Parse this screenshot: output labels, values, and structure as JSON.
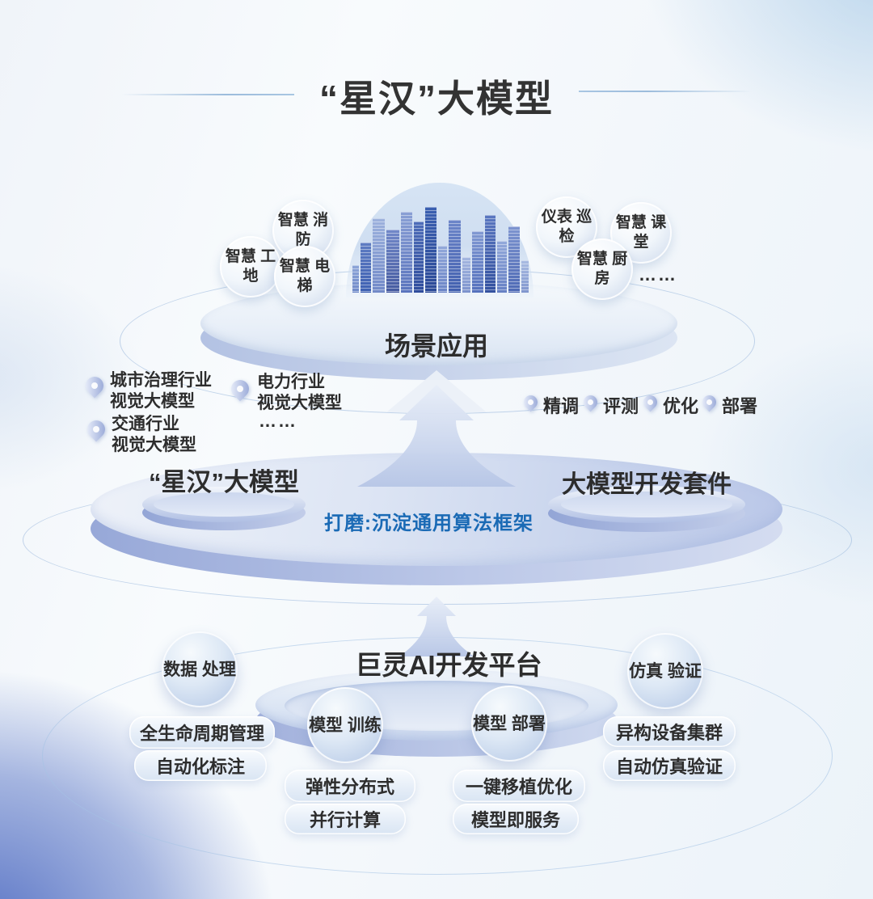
{
  "title": "“星汉”大模型",
  "scenario_tier": {
    "label": "场景应用",
    "bubbles": [
      {
        "label": "智慧\n消防"
      },
      {
        "label": "智慧\n工地"
      },
      {
        "label": "智慧\n电梯"
      },
      {
        "label": "仪表\n巡检"
      },
      {
        "label": "智慧\n课堂"
      },
      {
        "label": "智慧\n厨房"
      }
    ],
    "more": "……"
  },
  "model_tier": {
    "left_platform_label": "“星汉”大模型",
    "right_platform_label": "大模型开发套件",
    "caption": "打磨:沉淀通用算法框架",
    "industry_models": [
      {
        "label": "城市治理行业\n视觉大模型"
      },
      {
        "label": "电力行业\n视觉大模型"
      },
      {
        "label": "交通行业\n视觉大模型"
      }
    ],
    "industry_more": "……",
    "dev_steps": [
      {
        "label": "精调"
      },
      {
        "label": "评测"
      },
      {
        "label": "优化"
      },
      {
        "label": "部署"
      }
    ]
  },
  "platform_tier": {
    "title": "巨灵AI开发平台",
    "modules": [
      {
        "label": "数据\n处理",
        "features": [
          {
            "label": "全生命周期管理"
          },
          {
            "label": "自动化标注"
          }
        ]
      },
      {
        "label": "模型\n训练",
        "features": [
          {
            "label": "弹性分布式"
          },
          {
            "label": "并行计算"
          }
        ]
      },
      {
        "label": "模型\n部署",
        "features": [
          {
            "label": "一键移植优化"
          },
          {
            "label": "模型即服务"
          }
        ]
      },
      {
        "label": "仿真\n验证",
        "features": [
          {
            "label": "异构设备集群"
          },
          {
            "label": "自动仿真验证"
          }
        ]
      }
    ]
  },
  "colors": {
    "caption_blue": "#1a6ab5",
    "text_dark": "#2d2d2d",
    "corner_blue": "#5873c5",
    "building_blue": "#3a5fb0"
  }
}
